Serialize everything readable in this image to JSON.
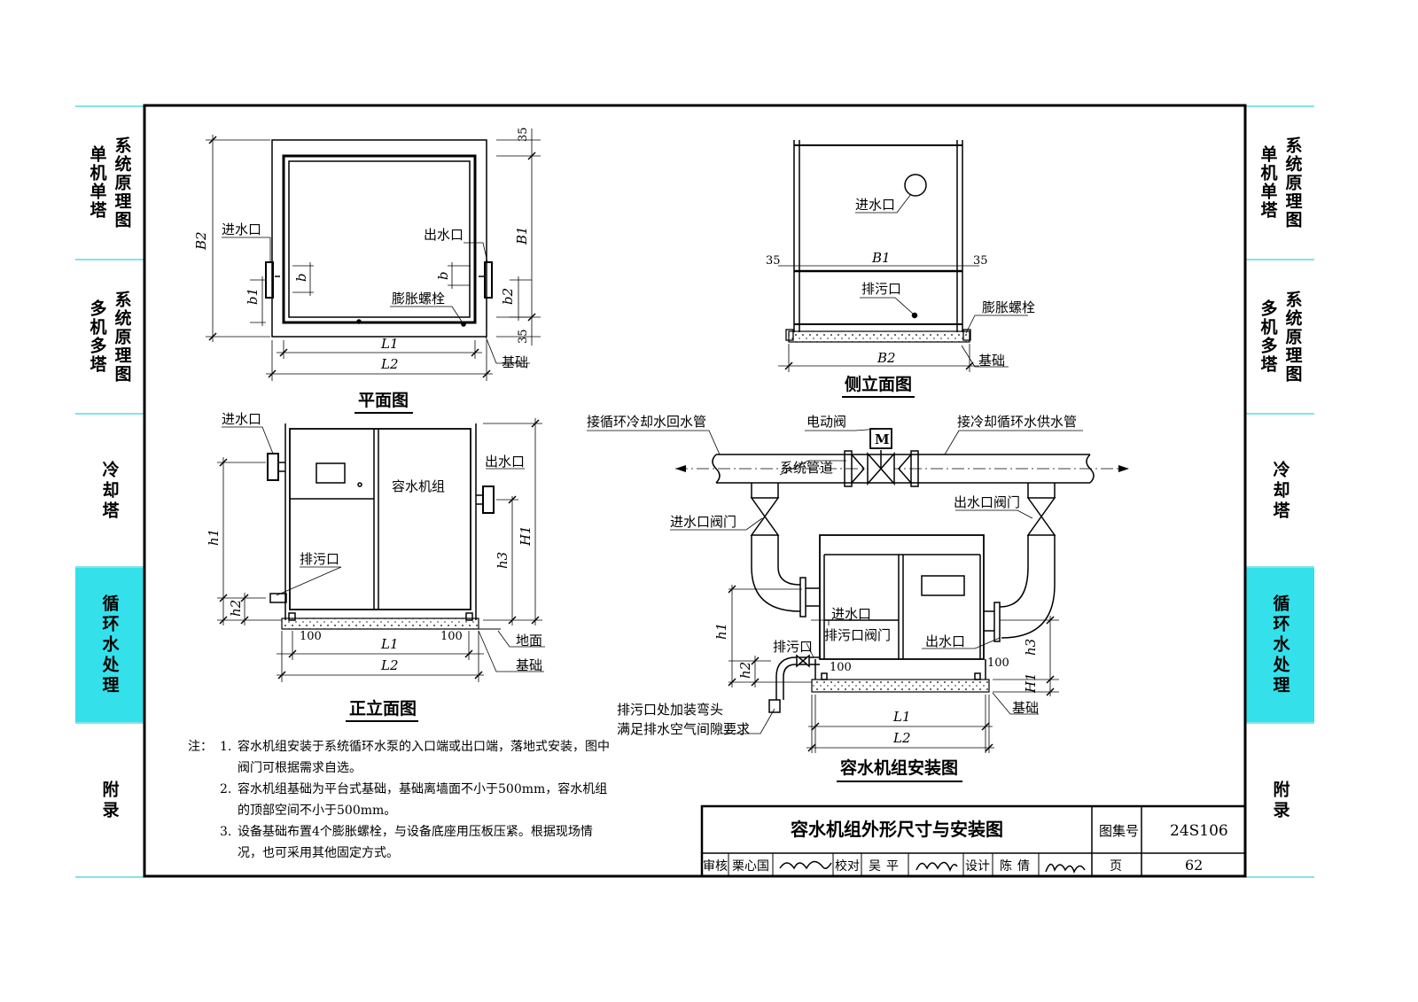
{
  "side_tabs": {
    "left": [
      {
        "top": "系统原理图",
        "bottom_col1": "单机单塔"
      },
      {
        "top": "系统原理图",
        "bottom_col1": "多机多塔"
      },
      {
        "label": "冷却塔"
      },
      {
        "label": "循环水处理",
        "active": true
      },
      {
        "label": "附录"
      }
    ]
  },
  "plan_view": {
    "title": "平面图",
    "inlet": "进水口",
    "outlet": "出水口",
    "bolt": "膨胀螺栓",
    "foundation": "基础",
    "dim_L1": "L1",
    "dim_L2": "L2",
    "dim_B1": "B1",
    "dim_B2": "B2",
    "dim_b": "b",
    "dim_b1": "b1",
    "dim_b2": "b2",
    "dim_35": "35"
  },
  "side_view": {
    "title": "侧立面图",
    "inlet": "进水口",
    "drain": "排污口",
    "bolt": "膨胀螺栓",
    "foundation": "基础",
    "dim_B1": "B1",
    "dim_B2": "B2",
    "dim_35": "35"
  },
  "front_view": {
    "title": "正立面图",
    "inlet": "进水口",
    "outlet": "出水口",
    "drain": "排污口",
    "unit_label": "容水机组",
    "ground": "地面",
    "foundation": "基础",
    "dim_100": "100",
    "dim_L1": "L1",
    "dim_L2": "L2",
    "dim_h1": "h1",
    "dim_h2": "h2",
    "dim_h3": "h3",
    "dim_H1": "H1"
  },
  "install_view": {
    "title": "容水机组安装图",
    "return_pipe": "接循环冷却水回水管",
    "supply_pipe": "接冷却循环水供水管",
    "motor_valve": "电动阀",
    "motor_symbol": "M",
    "system_pipe": "系统管道",
    "inlet_valve": "进水口阀门",
    "outlet_valve": "出水口阀门",
    "inlet": "进水口",
    "outlet": "出水口",
    "drain": "排污口",
    "drain_valve": "排污口阀门",
    "foundation": "基础",
    "dim_100": "100",
    "drain_note_1": "排污口处加装弯头",
    "drain_note_2": "满足排水空气间隙要求",
    "dim_L1": "L1",
    "dim_L2": "L2",
    "dim_h1": "h1",
    "dim_h2": "h2",
    "dim_h3": "h3",
    "dim_H1": "H1"
  },
  "notes": {
    "lead": "注：",
    "items": [
      {
        "num": "1.",
        "text": "容水机组安装于系统循环水泵的入口端或出口端，落地式安装，图中阀门可根据需求自选。"
      },
      {
        "num": "2.",
        "text": "容水机组基础为平台式基础，基础离墙面不小于500mm，容水机组的顶部空间不小于500mm。"
      },
      {
        "num": "3.",
        "text": "设备基础布置4个膨胀螺栓，与设备底座用压板压紧。根据现场情况，也可采用其他固定方式。"
      }
    ]
  },
  "title_block": {
    "drawing_title": "容水机组外形尺寸与安装图",
    "atlas_label": "图集号",
    "atlas_no": "24S106",
    "review_label": "审核",
    "reviewer": "栗心国",
    "check_label": "校对",
    "checker": "吴平",
    "design_label": "设计",
    "designer": "陈倩",
    "page_label": "页",
    "page_no": "62"
  }
}
